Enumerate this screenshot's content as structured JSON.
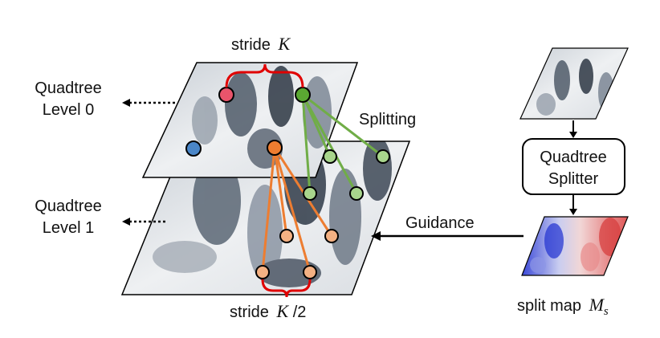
{
  "labels": {
    "level0_line1": "Quadtree",
    "level0_line2": "Level 0",
    "level1_line1": "Quadtree",
    "level1_line2": "Level 1",
    "stride_top_prefix": "stride",
    "stride_top_var": "K",
    "stride_bottom_prefix": "stride",
    "stride_bottom_var": "K",
    "stride_bottom_suffix": "/2",
    "splitting": "Splitting",
    "guidance": "Guidance",
    "splitter_line1": "Quadtree",
    "splitter_line2": "Splitter",
    "split_map_prefix": "split map",
    "split_map_var": "M",
    "split_map_sub": "s"
  },
  "colors": {
    "red_point": "#e9546b",
    "blue_point": "#4a86c8",
    "green_point": "#5aa832",
    "orange_point": "#ee7d30",
    "light_green_point": "#a8d58c",
    "light_orange_point": "#f4b183",
    "green_line": "#70ad47",
    "orange_line": "#ed7d31",
    "brace": "#e00000",
    "arrow": "#000000"
  }
}
